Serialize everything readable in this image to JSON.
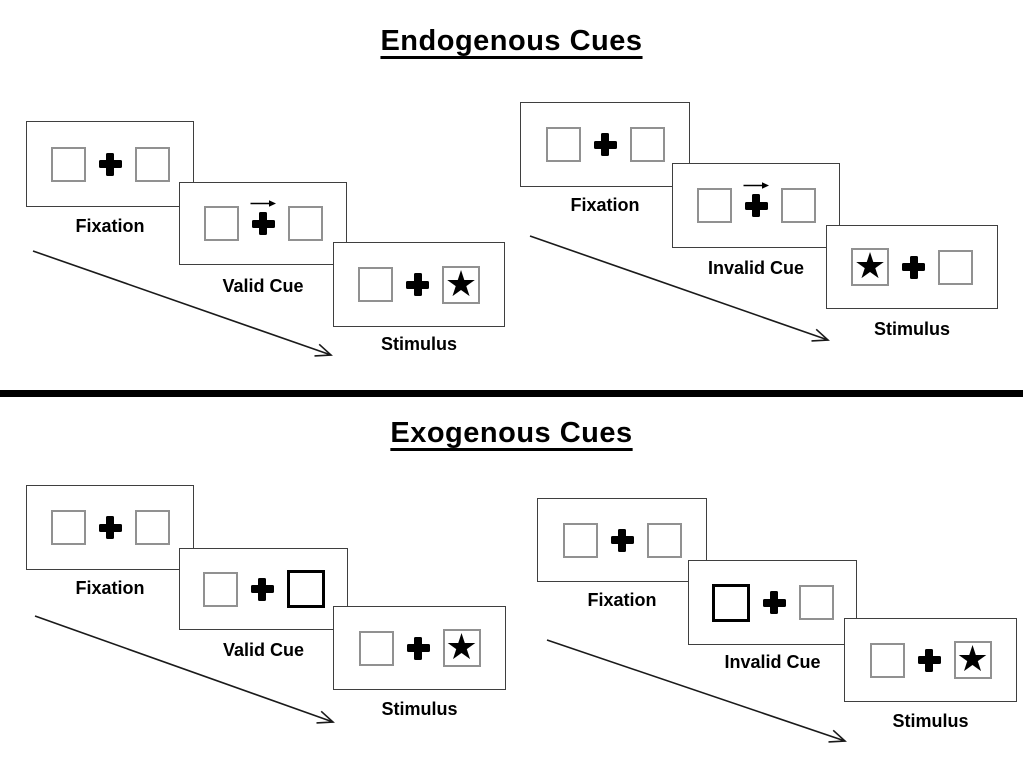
{
  "figure": {
    "kind": "posner-cueing-task-diagram",
    "background": "#ffffff"
  },
  "colors": {
    "ink": "#000000",
    "panel_border": "#3f3f3f",
    "square_border": "#919191",
    "divider": "#000000"
  },
  "glyphs": {
    "star": "★",
    "fixation_cross": "+",
    "cue_arrow_direction": "right"
  },
  "sections": [
    {
      "title": "Endogenous Cues",
      "cue_style": "central-arrow",
      "sequences": [
        {
          "name": "valid-trial",
          "cue_side": "right",
          "star_side": "right",
          "panels": [
            {
              "label": "Fixation",
              "type": "fixation"
            },
            {
              "label": "Valid Cue",
              "type": "arrow-cue",
              "arrow_direction": "right"
            },
            {
              "label": "Stimulus",
              "type": "stimulus",
              "star_side": "right"
            }
          ]
        },
        {
          "name": "invalid-trial",
          "cue_side": "right",
          "star_side": "left",
          "panels": [
            {
              "label": "Fixation",
              "type": "fixation"
            },
            {
              "label": "Invalid Cue",
              "type": "arrow-cue",
              "arrow_direction": "right"
            },
            {
              "label": "Stimulus",
              "type": "stimulus",
              "star_side": "left"
            }
          ]
        }
      ]
    },
    {
      "title": "Exogenous Cues",
      "cue_style": "peripheral-thick-box",
      "sequences": [
        {
          "name": "valid-trial",
          "cue_side": "right",
          "star_side": "right",
          "panels": [
            {
              "label": "Fixation",
              "type": "fixation"
            },
            {
              "label": "Valid Cue",
              "type": "box-cue",
              "bold_box_side": "right"
            },
            {
              "label": "Stimulus",
              "type": "stimulus",
              "star_side": "right"
            }
          ]
        },
        {
          "name": "invalid-trial",
          "cue_side": "left",
          "star_side": "right",
          "panels": [
            {
              "label": "Fixation",
              "type": "fixation"
            },
            {
              "label": "Invalid Cue",
              "type": "box-cue",
              "bold_box_side": "left"
            },
            {
              "label": "Stimulus",
              "type": "stimulus",
              "star_side": "right"
            }
          ]
        }
      ]
    }
  ]
}
